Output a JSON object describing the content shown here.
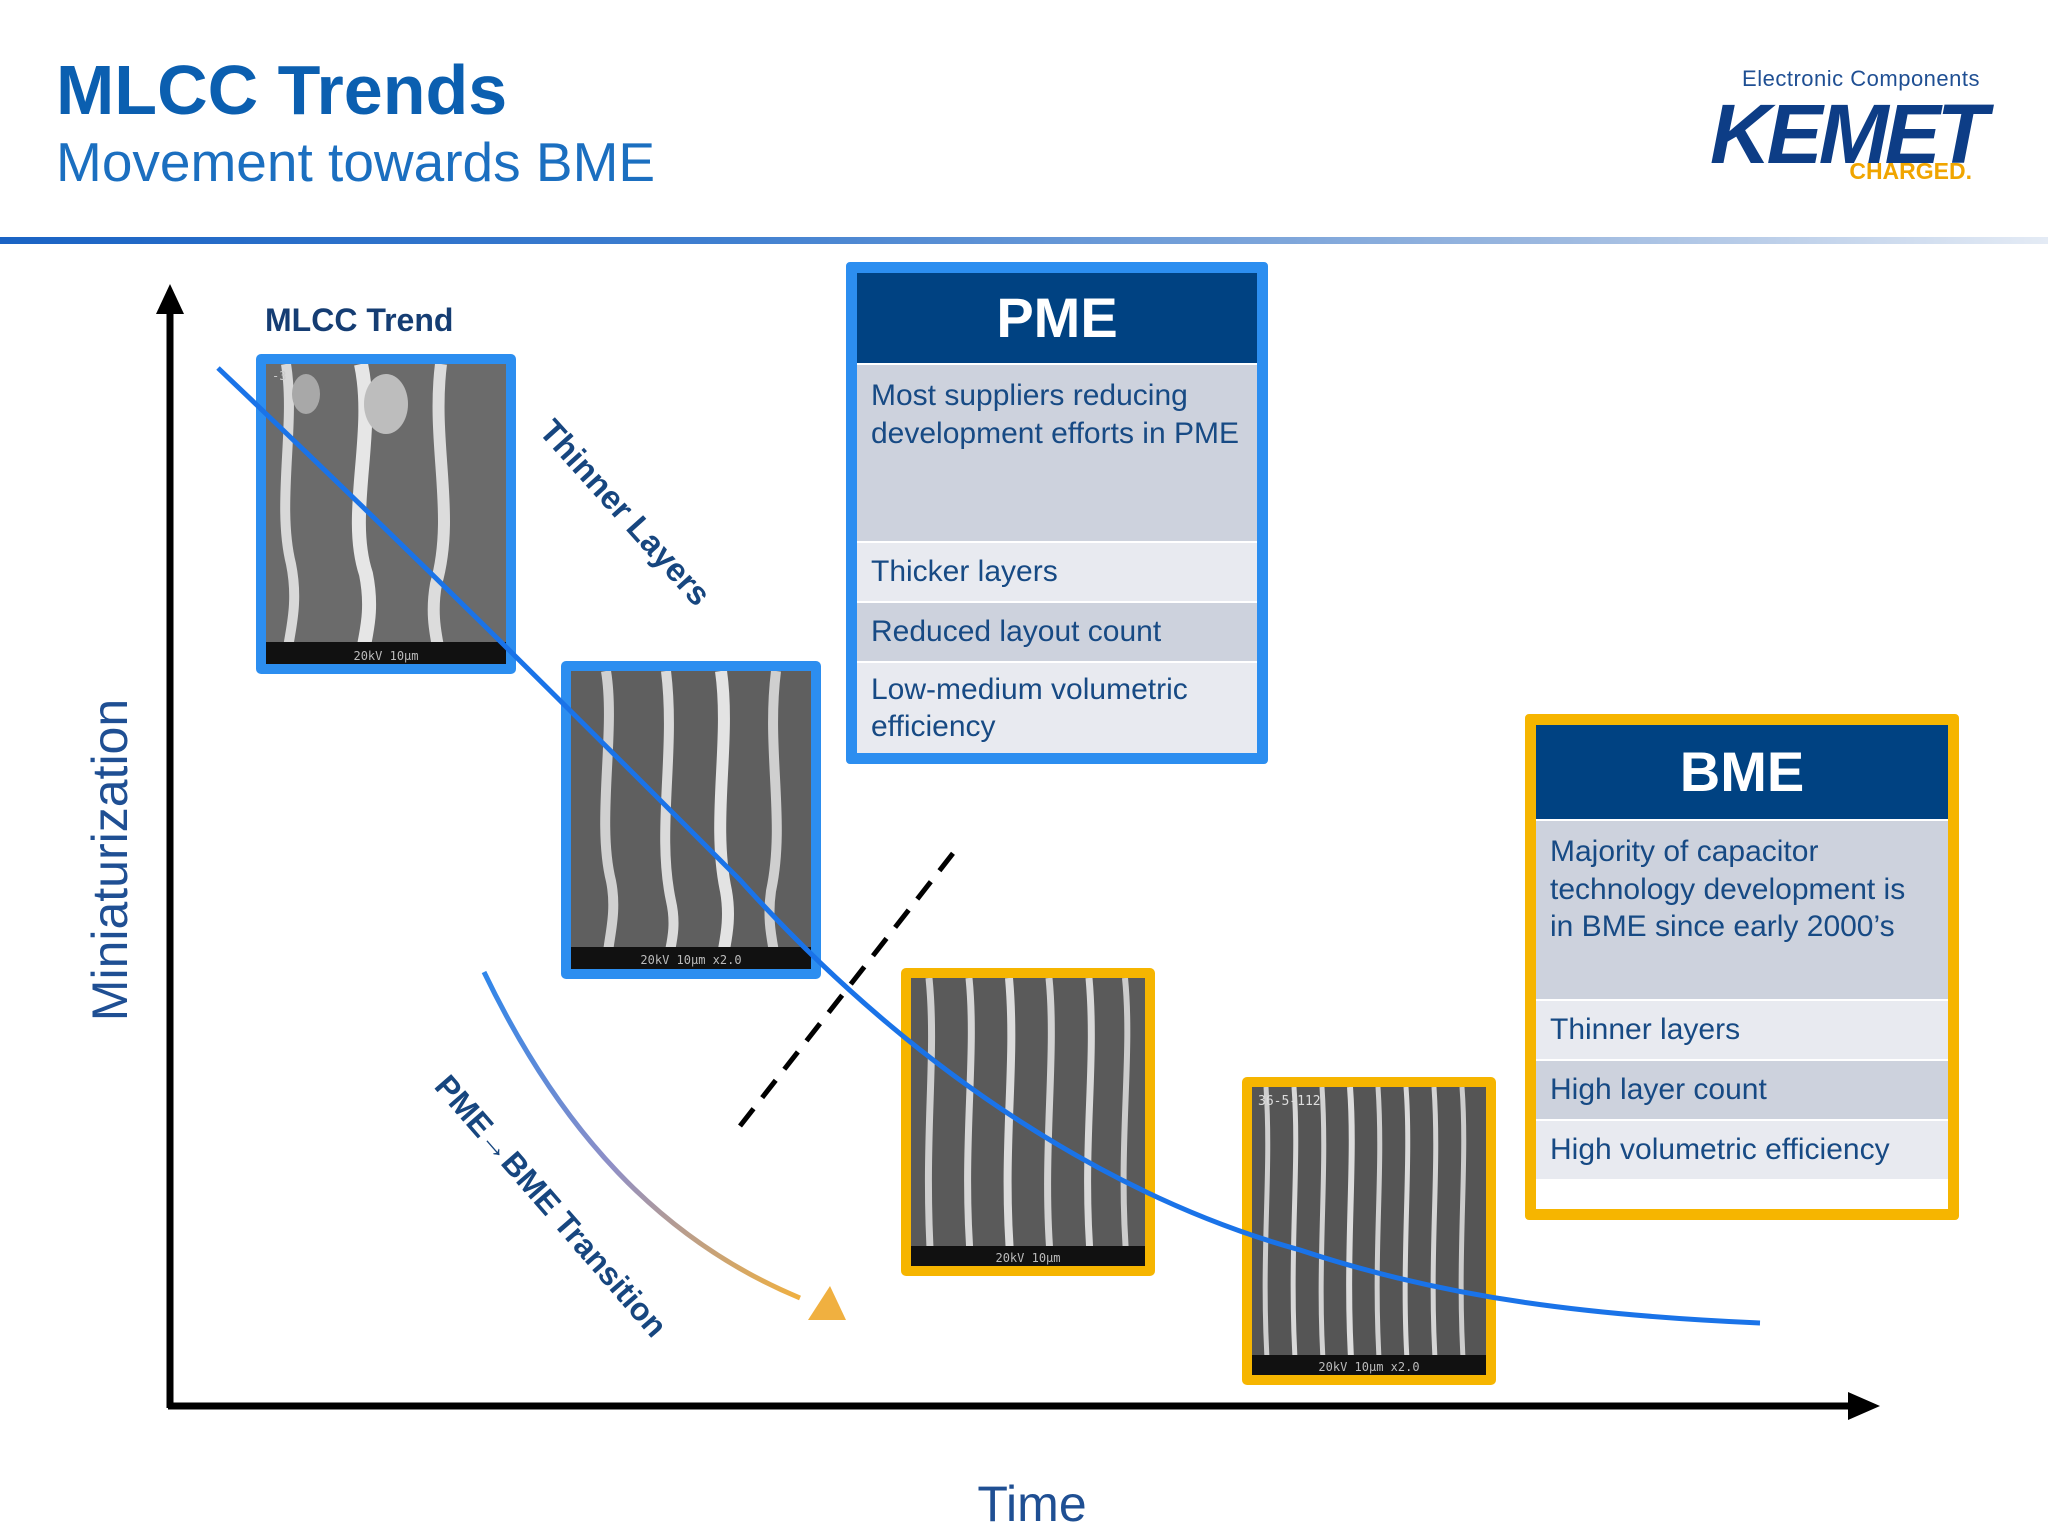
{
  "header": {
    "title": "MLCC Trends",
    "subtitle": "Movement towards BME"
  },
  "logo": {
    "tagline": "Electronic Components",
    "name": "KEMET",
    "slogan": "CHARGED."
  },
  "diagram": {
    "y_axis_label": "Miniaturization",
    "x_axis_label": "Time",
    "trend_label": "MLCC Trend",
    "thinner_layers_label": "Thinner Layers",
    "transition_label": "PME→BME Transition",
    "micrograph_scale_texts": [
      "20kV 10µm",
      "20kV 10µm x2.0",
      "20kV 10µm",
      "20kV 10µm x2.0"
    ],
    "micrograph_corner_text": [
      "-3",
      "",
      "",
      "36-5-112"
    ],
    "colors": {
      "pme_frame": "#2c8ef0",
      "bme_frame": "#f6b500",
      "header_blue": "#004282",
      "trend_line": "#1a73e8",
      "transition_arrow_head": "#f0b040"
    }
  },
  "pme_box": {
    "title": "PME",
    "description": "Most suppliers reducing development efforts in PME",
    "points": [
      "Thicker layers",
      "Reduced layout count",
      "Low-medium volumetric efficiency"
    ]
  },
  "bme_box": {
    "title": "BME",
    "description": "Majority of capacitor technology development is in BME since early 2000’s",
    "points": [
      "Thinner layers",
      "High layer count",
      "High volumetric efficiency"
    ]
  }
}
